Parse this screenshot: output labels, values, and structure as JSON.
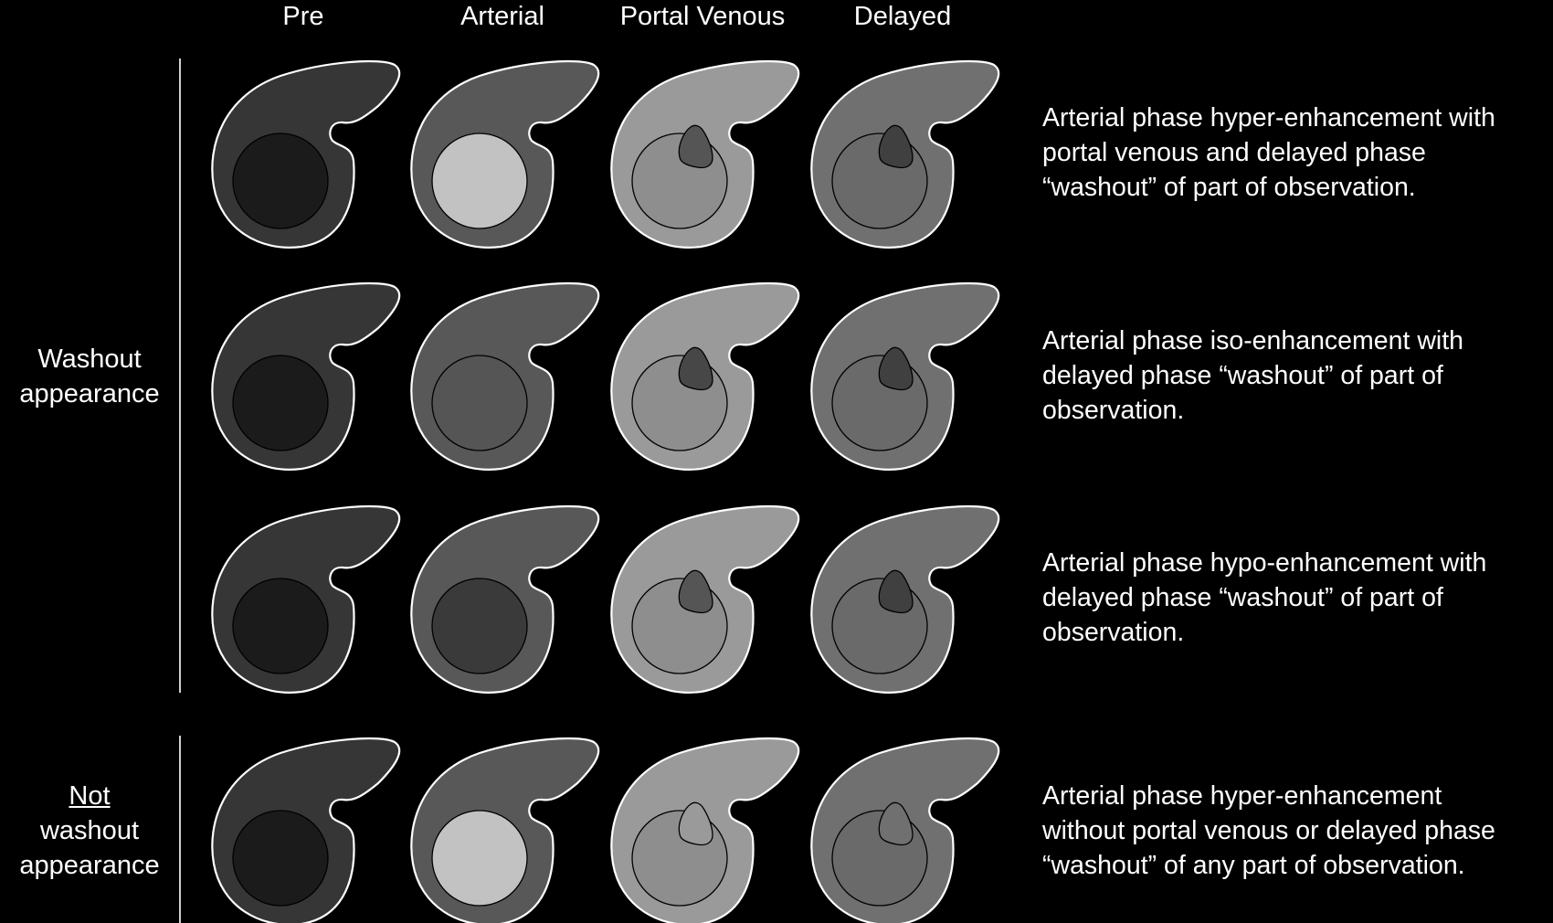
{
  "phases": [
    "Pre",
    "Arterial",
    "Portal Venous",
    "Delayed"
  ],
  "groups": [
    {
      "label_lines": [
        "Washout",
        "appearance"
      ],
      "underline_first": false
    },
    {
      "label_lines": [
        "Not",
        "washout",
        "appearance"
      ],
      "underline_first": true
    }
  ],
  "rows": [
    {
      "description_lines": [
        "Arterial phase hyper-enhancement with",
        "portal venous and delayed phase",
        "“washout” of part of observation."
      ],
      "liver_fill": [
        "#363636",
        "#585858",
        "#9a9a9a",
        "#707070"
      ],
      "lesion_fill": [
        "#1b1b1b",
        "#c2c2c2",
        "#8e8e8e",
        "#6a6a6a"
      ],
      "wedge_fill": [
        null,
        null,
        "#555555",
        "#404040"
      ]
    },
    {
      "description_lines": [
        "Arterial phase iso-enhancement with",
        "delayed phase “washout” of part of",
        "observation."
      ],
      "liver_fill": [
        "#363636",
        "#585858",
        "#9a9a9a",
        "#707070"
      ],
      "lesion_fill": [
        "#1b1b1b",
        "#555555",
        "#8e8e8e",
        "#6a6a6a"
      ],
      "wedge_fill": [
        null,
        null,
        "#474747",
        "#404040"
      ]
    },
    {
      "description_lines": [
        "Arterial phase hypo-enhancement with",
        "delayed phase “washout” of part of",
        "observation."
      ],
      "liver_fill": [
        "#363636",
        "#585858",
        "#9a9a9a",
        "#707070"
      ],
      "lesion_fill": [
        "#1b1b1b",
        "#3a3a3a",
        "#8e8e8e",
        "#6a6a6a"
      ],
      "wedge_fill": [
        null,
        null,
        "#555555",
        "#404040"
      ]
    },
    {
      "description_lines": [
        "Arterial phase hyper-enhancement",
        "without portal venous or delayed phase",
        "“washout” of any part of observation."
      ],
      "liver_fill": [
        "#363636",
        "#585858",
        "#9a9a9a",
        "#707070"
      ],
      "lesion_fill": [
        "#1b1b1b",
        "#c2c2c2",
        "#8e8e8e",
        "#6a6a6a"
      ],
      "wedge_fill": [
        null,
        null,
        "#9a9a9a",
        "#707070"
      ]
    }
  ]
}
